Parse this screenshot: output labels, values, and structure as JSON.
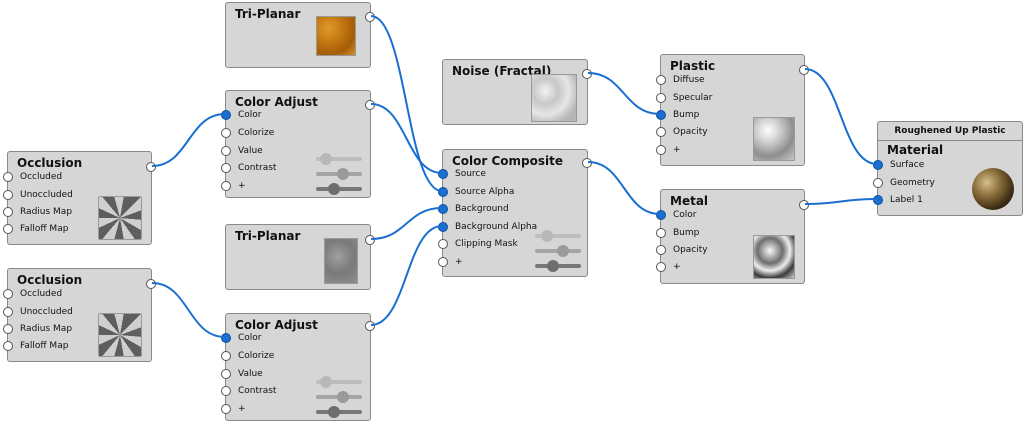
{
  "nodes": {
    "triplanar1": {
      "title": "Tri-Planar",
      "thumb": "orange-texture"
    },
    "coloradjust1": {
      "title": "Color Adjust",
      "ports": [
        "Color",
        "Colorize",
        "Value",
        "Contrast",
        "+"
      ]
    },
    "occlusion1": {
      "title": "Occlusion",
      "ports": [
        "Occluded",
        "Unoccluded",
        "Radius Map",
        "Falloff Map"
      ],
      "thumb": "occlusion-sphere"
    },
    "triplanar2": {
      "title": "Tri-Planar",
      "thumb": "gray-texture"
    },
    "occlusion2": {
      "title": "Occlusion",
      "ports": [
        "Occluded",
        "Unoccluded",
        "Radius Map",
        "Falloff Map"
      ],
      "thumb": "occlusion-sphere"
    },
    "coloradjust2": {
      "title": "Color Adjust",
      "ports": [
        "Color",
        "Colorize",
        "Value",
        "Contrast",
        "+"
      ]
    },
    "noise": {
      "title": "Noise (Fractal)",
      "thumb": "noise-texture"
    },
    "colorcomposite": {
      "title": "Color Composite",
      "ports": [
        "Source",
        "Source Alpha",
        "Background",
        "Background Alpha",
        "Clipping Mask",
        "+"
      ]
    },
    "plastic": {
      "title": "Plastic",
      "ports": [
        "Diffuse",
        "Specular",
        "Bump",
        "Opacity",
        "+"
      ],
      "thumb": "plastic-sphere"
    },
    "metal": {
      "title": "Metal",
      "ports": [
        "Color",
        "Bump",
        "Opacity",
        "+"
      ],
      "thumb": "metal-sphere"
    },
    "material": {
      "header": "Roughened Up Plastic",
      "title": "Material",
      "ports": [
        "Surface",
        "Geometry",
        "Label 1"
      ],
      "thumb": "material-sphere"
    }
  },
  "colors": {
    "node_bg": "#d6d6d6",
    "wire": "#1a6fd1",
    "connected_port": "#1a6fd1"
  }
}
